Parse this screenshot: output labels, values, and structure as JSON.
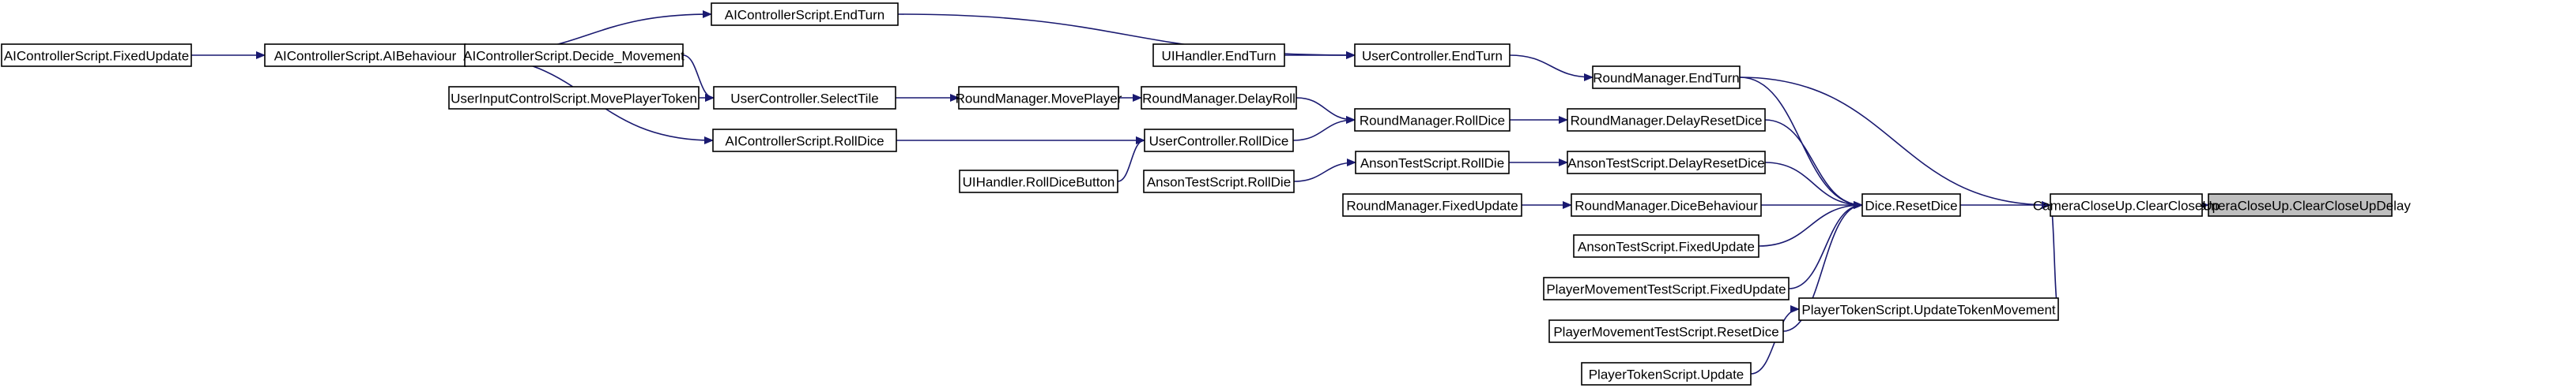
{
  "diagram": {
    "colors": {
      "edge": "#191970",
      "node_border": "#000000",
      "root_fill": "#bfbfbf",
      "node_fill": "#ffffff"
    },
    "nodes": [
      {
        "id": "n1",
        "label": "CameraCloseUp.ClearCloseUpDelay",
        "root": true
      },
      {
        "id": "n2",
        "label": "CameraCloseUp.ClearCloseUp"
      },
      {
        "id": "n3",
        "label": "Dice.ResetDice"
      },
      {
        "id": "n4",
        "label": "PlayerTokenScript.UpdateTokenMovement"
      },
      {
        "id": "n5",
        "label": "RoundManager.EndTurn"
      },
      {
        "id": "n6",
        "label": "RoundManager.DelayResetDice"
      },
      {
        "id": "n7",
        "label": "AnsonTestScript.DelayResetDice"
      },
      {
        "id": "n8",
        "label": "RoundManager.DiceBehaviour"
      },
      {
        "id": "n9",
        "label": "AnsonTestScript.FixedUpdate"
      },
      {
        "id": "n10",
        "label": "PlayerMovementTestScript.FixedUpdate"
      },
      {
        "id": "n11",
        "label": "PlayerMovementTestScript.ResetDice"
      },
      {
        "id": "n12",
        "label": "PlayerTokenScript.Update"
      },
      {
        "id": "n13",
        "label": "UserController.EndTurn"
      },
      {
        "id": "n14",
        "label": "RoundManager.RollDice"
      },
      {
        "id": "n15",
        "label": "AnsonTestScript.RollDie"
      },
      {
        "id": "n16",
        "label": "RoundManager.FixedUpdate"
      },
      {
        "id": "n17",
        "label": "AIControllerScript.EndTurn"
      },
      {
        "id": "n18",
        "label": "UIHandler.EndTurn"
      },
      {
        "id": "n19",
        "label": "RoundManager.DelayRoll"
      },
      {
        "id": "n20",
        "label": "UserController.RollDice"
      },
      {
        "id": "n21",
        "label": "AnsonTestScript.RollDie"
      },
      {
        "id": "n22",
        "label": "RoundManager.MovePlayer"
      },
      {
        "id": "n23",
        "label": "AIControllerScript.RollDice"
      },
      {
        "id": "n24",
        "label": "UIHandler.RollDiceButton"
      },
      {
        "id": "n25",
        "label": "UserController.SelectTile"
      },
      {
        "id": "n26",
        "label": "AIControllerScript.AIBehaviour"
      },
      {
        "id": "n27",
        "label": "AIControllerScript.Decide_Movement"
      },
      {
        "id": "n28",
        "label": "UserInputControlScript.MovePlayerToken"
      },
      {
        "id": "n29",
        "label": "AIControllerScript.FixedUpdate"
      }
    ],
    "edges": [
      {
        "from": "n2",
        "to": "n1"
      },
      {
        "from": "n3",
        "to": "n2"
      },
      {
        "from": "n4",
        "to": "n2"
      },
      {
        "from": "n5",
        "to": "n2"
      },
      {
        "from": "n5",
        "to": "n3"
      },
      {
        "from": "n6",
        "to": "n3"
      },
      {
        "from": "n7",
        "to": "n3"
      },
      {
        "from": "n8",
        "to": "n3"
      },
      {
        "from": "n9",
        "to": "n3"
      },
      {
        "from": "n10",
        "to": "n3"
      },
      {
        "from": "n11",
        "to": "n3"
      },
      {
        "from": "n12",
        "to": "n4"
      },
      {
        "from": "n13",
        "to": "n5"
      },
      {
        "from": "n14",
        "to": "n6"
      },
      {
        "from": "n15",
        "to": "n7"
      },
      {
        "from": "n16",
        "to": "n8"
      },
      {
        "from": "n17",
        "to": "n13"
      },
      {
        "from": "n18",
        "to": "n13"
      },
      {
        "from": "n19",
        "to": "n14"
      },
      {
        "from": "n20",
        "to": "n14"
      },
      {
        "from": "n21",
        "to": "n15"
      },
      {
        "from": "n22",
        "to": "n19"
      },
      {
        "from": "n23",
        "to": "n20"
      },
      {
        "from": "n24",
        "to": "n20"
      },
      {
        "from": "n25",
        "to": "n22"
      },
      {
        "from": "n26",
        "to": "n17"
      },
      {
        "from": "n26",
        "to": "n27"
      },
      {
        "from": "n26",
        "to": "n23"
      },
      {
        "from": "n27",
        "to": "n25"
      },
      {
        "from": "n28",
        "to": "n25"
      },
      {
        "from": "n29",
        "to": "n26"
      }
    ]
  }
}
